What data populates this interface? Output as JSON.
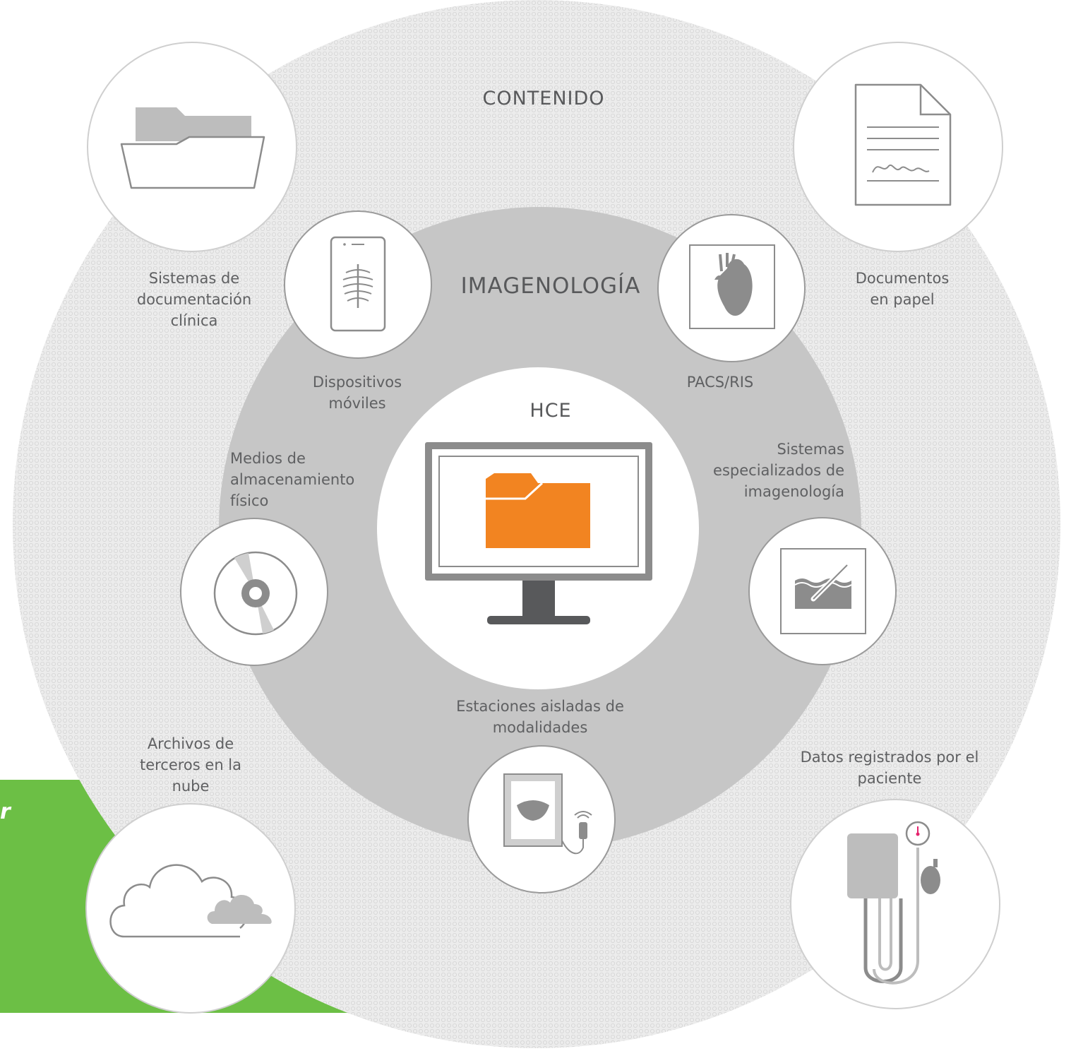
{
  "diagram": {
    "outer_ring_label": "CONTENIDO",
    "inner_ring_label": "IMAGENOLOGÍA",
    "center_label": "HCE",
    "partial_text": "r",
    "colors": {
      "outer_fill": "#e3e3e3",
      "inner_fill": "#c6c6c6",
      "icon_gray": "#8c8c8c",
      "accent_orange": "#f28421",
      "green": "#6cbf45",
      "heart_accent": "#e5256e"
    },
    "outer_nodes": [
      {
        "id": "clinical-docs",
        "label": "Sistemas de\ndocumentación\nclínica",
        "icon": "folder-icon"
      },
      {
        "id": "paper-docs",
        "label": "Documentos\nen papel",
        "icon": "document-icon"
      },
      {
        "id": "third-party-cloud",
        "label": "Archivos de\nterceros en la\nnube",
        "icon": "cloud-icon"
      },
      {
        "id": "patient-data",
        "label": "Datos registrados por el\npaciente",
        "icon": "blood-pressure-monitor-icon"
      }
    ],
    "inner_nodes": [
      {
        "id": "mobile-devices",
        "label": "Dispositivos\nmóviles",
        "icon": "mobile-xray-icon"
      },
      {
        "id": "pacs-ris",
        "label": "PACS/RIS",
        "icon": "heart-image-icon"
      },
      {
        "id": "physical-storage",
        "label": "Medios de\nalmacenamiento\nfísico",
        "icon": "disc-icon"
      },
      {
        "id": "specialized-imaging",
        "label": "Sistemas\nespecializados de\nimagenología",
        "icon": "dermatology-image-icon"
      },
      {
        "id": "modality-stations",
        "label": "Estaciones aisladas de\nmodalidades",
        "icon": "ultrasound-icon"
      }
    ],
    "center": {
      "icon": "monitor-folder-icon"
    }
  }
}
